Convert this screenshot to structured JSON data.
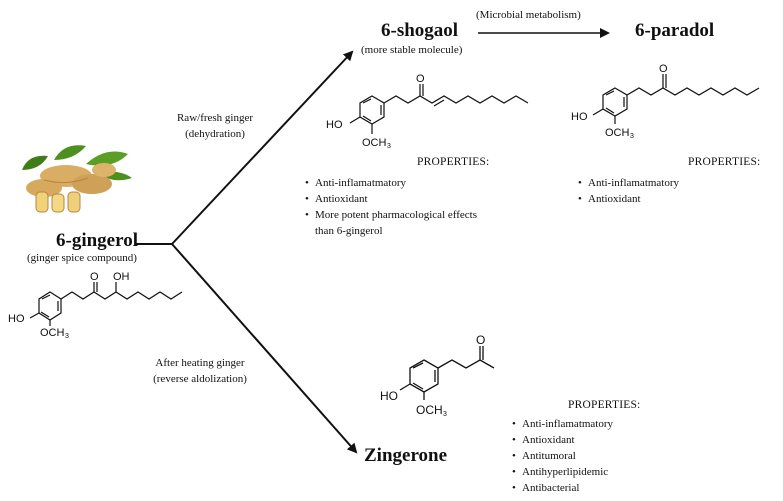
{
  "gingerol": {
    "name": "6-gingerol",
    "subtitle": "(ginger spice compound)"
  },
  "shogaol": {
    "name": "6-shogaol",
    "subtitle": "(more stable molecule)",
    "props_title": "PROPERTIES:",
    "props": [
      "Anti-inflamatmatory",
      "Antioxidant",
      "More potent pharmacological effects",
      "than 6-gingerol"
    ]
  },
  "paradol": {
    "name": "6-paradol",
    "props_title": "PROPERTIES:",
    "props": [
      "Anti-inflamatmatory",
      "Antioxidant"
    ]
  },
  "zingerone": {
    "name": "Zingerone",
    "props_title": "PROPERTIES:",
    "props": [
      "Anti-inflamatmatory",
      "Antioxidant",
      "Antitumoral",
      "Antihyperlipidemic",
      "Antibacterial"
    ]
  },
  "conditions": {
    "raw_line1": "Raw/fresh ginger",
    "raw_line2": "(dehydration)",
    "heat_line1": "After heating ginger",
    "heat_line2": "(reverse aldolization)",
    "microbial": "(Microbial metabolism)"
  },
  "atoms": {
    "o": "O",
    "oh": "OH",
    "ho": "HO",
    "och3": "OCH",
    "sub3": "3"
  },
  "colors": {
    "leaf": "#4f8f1f",
    "root": "#d9ad63",
    "root_shadow": "#b8863d",
    "ink": "#111111"
  }
}
